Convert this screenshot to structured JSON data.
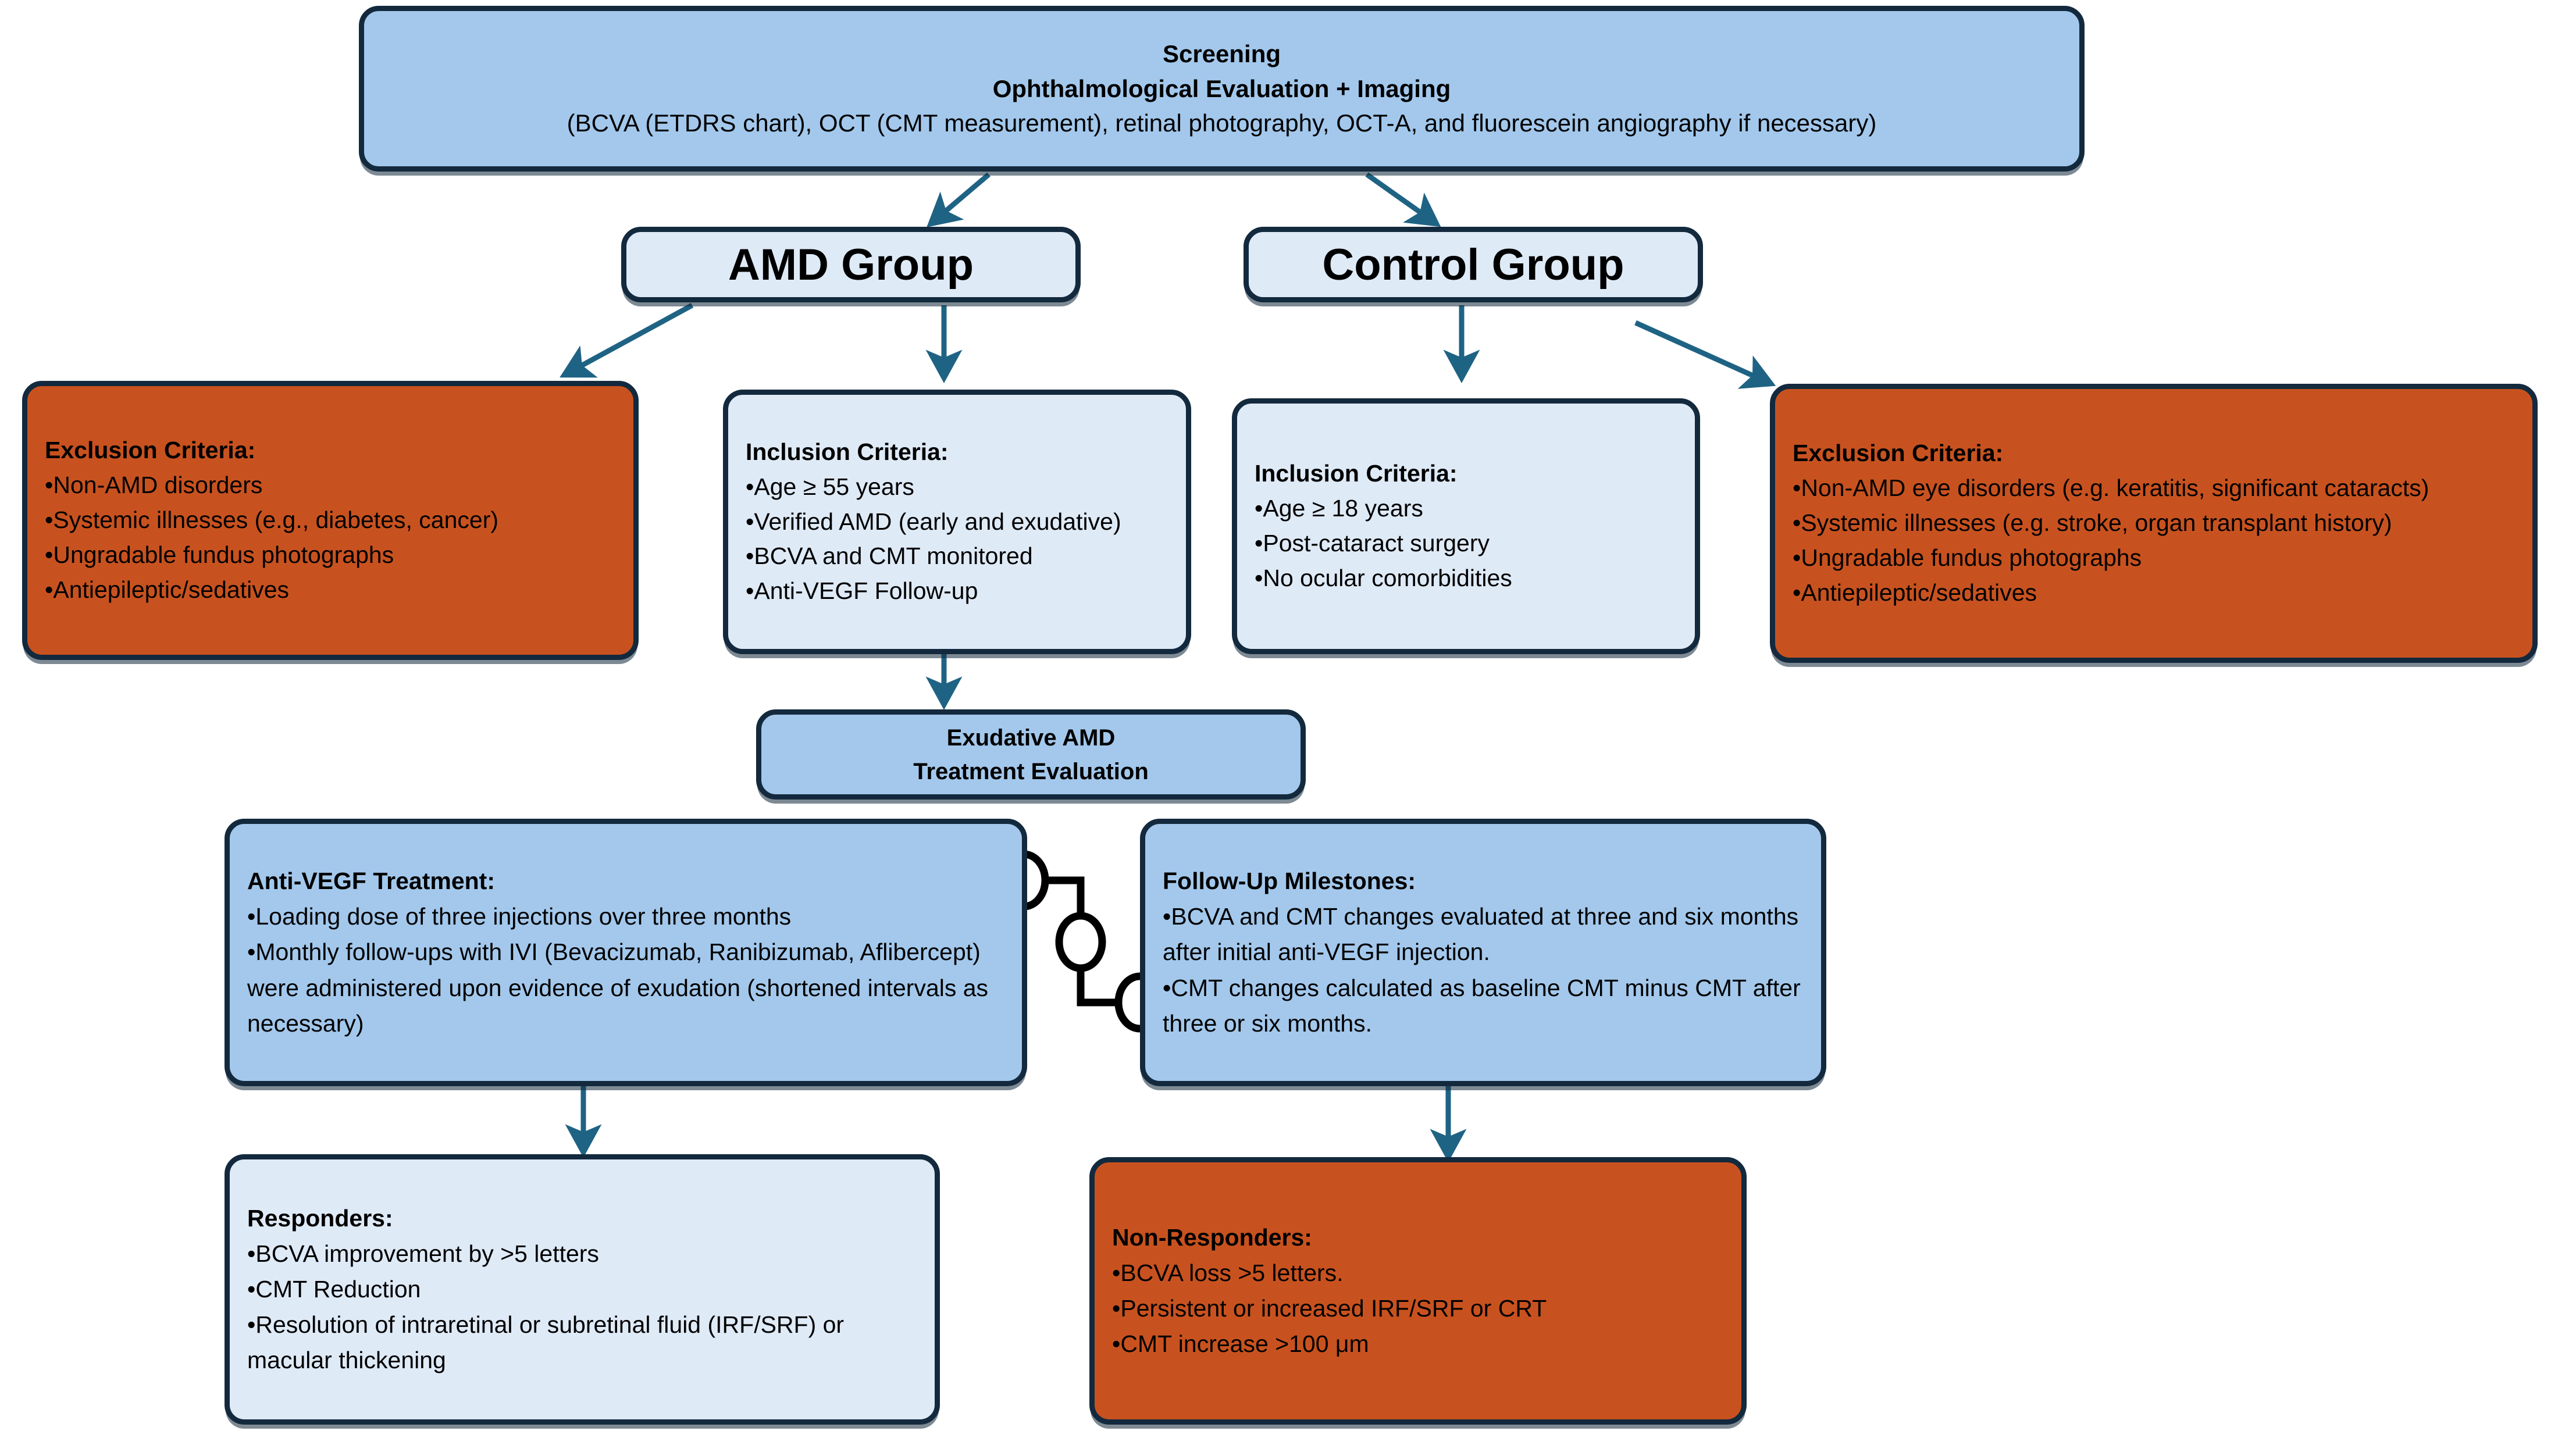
{
  "colors": {
    "mid_blue": "#a3c8ec",
    "light_blue": "#dfeaf7",
    "orange": "#c8521f",
    "border": "#13293d",
    "arrow": "#1f6384",
    "connector": "#000000"
  },
  "nodes": {
    "screening": {
      "title": "Screening",
      "subtitle": "Ophthalmological Evaluation + Imaging",
      "detail": "(BCVA (ETDRS chart), OCT (CMT measurement), retinal photography, OCT-A, and fluorescein angiography if necessary)"
    },
    "amd_group": {
      "label": "AMD Group"
    },
    "control_group": {
      "label": "Control Group"
    },
    "amd_exclusion": {
      "heading": "Exclusion Criteria:",
      "items": [
        "•Non-AMD disorders",
        "•Systemic illnesses (e.g., diabetes, cancer)",
        "•Ungradable fundus photographs",
        "•Antiepileptic/sedatives"
      ]
    },
    "amd_inclusion": {
      "heading": "Inclusion Criteria:",
      "items": [
        "•Age ≥ 55 years",
        "•Verified AMD (early and exudative)",
        "•BCVA and CMT monitored",
        "•Anti-VEGF Follow-up"
      ]
    },
    "control_inclusion": {
      "heading": "Inclusion Criteria:",
      "items": [
        "•Age ≥ 18 years",
        "•Post-cataract surgery",
        "•No ocular comorbidities"
      ]
    },
    "control_exclusion": {
      "heading": "Exclusion Criteria:",
      "items": [
        "•Non-AMD eye disorders (e.g. keratitis, significant cataracts)",
        "•Systemic illnesses (e.g. stroke, organ transplant history)",
        "•Ungradable fundus photographs",
        "•Antiepileptic/sedatives"
      ]
    },
    "exudative": {
      "line1": "Exudative AMD",
      "line2": "Treatment Evaluation"
    },
    "anti_vegf": {
      "heading": "Anti-VEGF Treatment:",
      "items": [
        "•Loading dose of three injections over three months",
        "•Monthly follow-ups with IVI (Bevacizumab, Ranibizumab, Aflibercept) were administered upon evidence of exudation (shortened intervals as necessary)"
      ]
    },
    "follow_up": {
      "heading": "Follow-Up Milestones:",
      "items": [
        "•BCVA and CMT changes evaluated at three and six months after initial anti-VEGF injection.",
        "•CMT changes calculated as baseline CMT minus CMT after three or six months."
      ]
    },
    "responders": {
      "heading": "Responders:",
      "items": [
        "•BCVA improvement by >5 letters",
        "•CMT Reduction",
        "•Resolution of intraretinal or subretinal fluid (IRF/SRF) or macular thickening"
      ]
    },
    "non_responders": {
      "heading": "Non-Responders:",
      "items": [
        "•BCVA loss >5 letters.",
        "•Persistent or increased IRF/SRF or CRT",
        "•CMT increase >100 μm"
      ]
    }
  }
}
